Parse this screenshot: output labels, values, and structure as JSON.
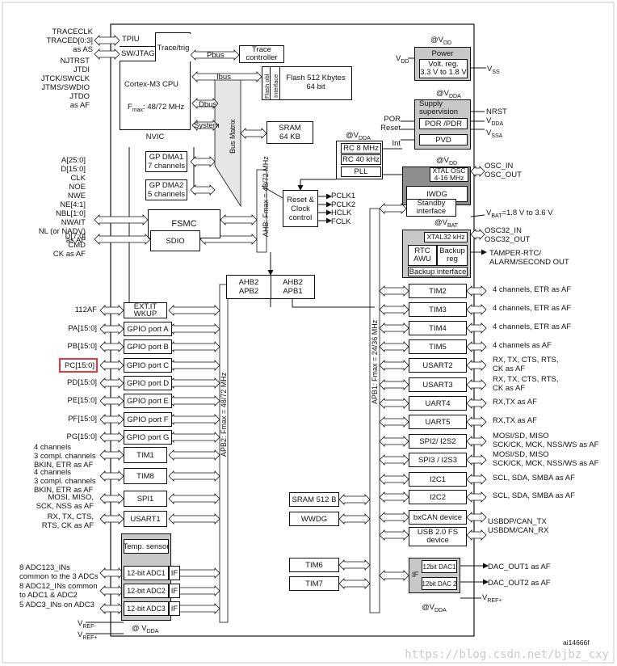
{
  "left_signals": {
    "trace": [
      "TRACECLK",
      "TRACED[0:3]",
      "as AS"
    ],
    "jtag": [
      "NJTRST",
      "JTDI",
      "JTCK/SWCLK",
      "JTMS/SWDIO",
      "JTDO",
      "as AF"
    ],
    "fsmc": [
      "A[25:0]",
      "D[15:0]",
      "CLK",
      "NOE",
      "NWE",
      "NE[4:1]",
      "NBL[1:0]",
      "NWAIT",
      "NL (or NADV)",
      "as AF"
    ],
    "sdio": [
      "D[7:0]",
      "CMD",
      "CK as AF"
    ],
    "exti": "112AF",
    "gpio": [
      "PA[15:0]",
      "PB[15:0]",
      "PC[15:0]",
      "PD[15:0]",
      "PE[15:0]",
      "PF[15:0]",
      "PG[15:0]"
    ],
    "tim1": [
      "4 channels",
      "3 compl. channels",
      "BKIN, ETR as AF"
    ],
    "tim8": [
      "4 channels",
      "3 compl. channels",
      "BKIN, ETR as AF"
    ],
    "spi1": [
      "MOSI, MISO,",
      "SCK, NSS as AF"
    ],
    "usart1": [
      "RX, TX, CTS,",
      "RTS, CK as AF"
    ],
    "adc": [
      "8 ADC123_INs",
      "common to the 3 ADCs",
      "8 ADC12_INs common",
      "to ADC1 & ADC2",
      "5 ADC3_INs on ADC3"
    ],
    "vref_minus": "V",
    "vref_minus_sub": "REF-",
    "vref_plus": "V",
    "vref_plus_sub": "REF+"
  },
  "core": {
    "tpiu": "TPIU",
    "trace_trig": "Trace/trig",
    "swjtag": "SW/JTAG",
    "cpu": "Cortex-M3 CPU",
    "fmax": "F",
    "fmax_sub": "max",
    "fmax_val": ": 48/72 MHz",
    "nvic": "NVIC",
    "pbus": "Pbus",
    "ibus": "Ibus",
    "dbus": "Dbus",
    "system": "System",
    "trace_ctrl": [
      "Trace",
      "controller"
    ],
    "flash_obl": "obl",
    "flash_if": "Interface",
    "flash_if_pre": "Flash",
    "flash": [
      "Flash 512 Kbytes",
      "64 bit"
    ],
    "sram": [
      "SRAM",
      "64 KB"
    ],
    "bus_matrix": "Bus Matrix"
  },
  "dma": {
    "dma1": [
      "GP DMA1",
      "7 channels"
    ],
    "dma2": [
      "GP DMA2",
      "5 channels"
    ]
  },
  "fsmc": "FSMC",
  "sdio": "SDIO",
  "ahb_label": "AHB: Fmax = 48/72 MHz",
  "reset_clock": [
    "Reset &",
    "Clock",
    "control"
  ],
  "clock_outputs": [
    "PCLK1",
    "PCLK2",
    "HCLK",
    "FCLK"
  ],
  "osc": {
    "vdda_top": "@V",
    "vdda_sub": "DDA",
    "rc8": "RC 8 MHz",
    "rc40": "RC 40 kHz",
    "pll": "PLL"
  },
  "power": {
    "vdd_at": "@V",
    "vdd_sub": "DD",
    "title": "Power",
    "vreg": [
      "Volt. reg.",
      "3.3 V to 1.8 V"
    ],
    "vdd_left": "V",
    "vdd_left_sub": "DD",
    "vss": "V",
    "vss_sub": "SS"
  },
  "supply": {
    "vdda_at": "@V",
    "vdda_sub": "DDA",
    "title": [
      "Supply",
      "supervision"
    ],
    "por": "POR /PDR",
    "pvd": "PVD",
    "left": [
      "POR",
      "Reset",
      "Int"
    ],
    "right_nrst": "NRST",
    "right_vdda": "V",
    "right_vdda_sub": "DDA",
    "right_vssa": "V",
    "right_vssa_sub": "SSA"
  },
  "xtal": {
    "vdd_at": "@V",
    "vdd_sub": "DD",
    "osc": [
      "XTAL OSC",
      "4-16 MHz"
    ],
    "iwdg": "IWDG",
    "standby": [
      "Standby",
      "interface"
    ],
    "osc_pins": [
      "OSC_IN",
      "OSC_OUT"
    ],
    "vbat_at": "@V",
    "vbat_sub": "BAT",
    "vbat_range_pre": "V",
    "vbat_range_sub": "BAT",
    "vbat_range": "=1.8 V to 3.6 V"
  },
  "rtc": {
    "xtal32": "XTAL32 kHz",
    "rtc": [
      "RTC",
      "AWU"
    ],
    "backup": [
      "Backup",
      "reg"
    ],
    "backup_if": "Backup interface",
    "osc32_pins": [
      "OSC32_IN",
      "OSC32_OUT"
    ],
    "tamper": [
      "TAMPER-RTC/",
      "ALARM/SECOND OUT"
    ]
  },
  "apb2": {
    "bridge_top": [
      "AHB2",
      "APB2"
    ],
    "label": "APB2: Fmax = 48/72 MHz",
    "exti": [
      "EXT.IT",
      "WKUP"
    ],
    "gpio": [
      "GPIO port A",
      "GPIO port B",
      "GPIO port C",
      "GPIO port D",
      "GPIO port E",
      "GPIO port F",
      "GPIO port G"
    ],
    "tim1": "TIM1",
    "tim8": "TIM8",
    "spi1": "SPI1",
    "usart1": "USART1",
    "temp": "Temp. sensor",
    "adc": [
      "12-bit ADC1",
      "12-bit ADC2",
      "12-bit ADC3"
    ],
    "if": "IF",
    "vdda_at": "@ V",
    "vdda_sub": "DDA"
  },
  "apb1": {
    "bridge": [
      "AHB2",
      "APB1"
    ],
    "label": "APB1: Fmax = 24/36 MHz",
    "periph": [
      "TIM2",
      "TIM3",
      "TIM4",
      "TIM5",
      "USART2",
      "USART3",
      "UART4",
      "UART5",
      "SPI2/ I2S2",
      "SPI3 / I2S3",
      "I2C1",
      "I2C2",
      "bxCAN device",
      "USB 2.0 FS device"
    ],
    "right": [
      [
        "4 channels, ETR as AF"
      ],
      [
        "4 channels, ETR as AF"
      ],
      [
        "4 channels, ETR as AF"
      ],
      [
        "4 channels as AF"
      ],
      [
        "RX, TX, CTS, RTS,",
        "CK as AF"
      ],
      [
        "RX, TX, CTS, RTS,",
        "CK as AF"
      ],
      [
        "RX,TX as AF"
      ],
      [
        "RX,TX as AF"
      ],
      [
        "MOSI/SD, MISO",
        "SCK/CK, MCK, NSS/WS as AF"
      ],
      [
        "MOSI/SD, MISO",
        "SCK/CK, MCK, NSS/WS as AF"
      ],
      [
        "SCL, SDA, SMBA as AF"
      ],
      [
        "SCL, SDA, SMBA as AF"
      ],
      [
        "USBDP/CAN_TX",
        "USBDM/CAN_RX"
      ]
    ],
    "sram512": "SRAM 512 B",
    "wwdg": "WWDG",
    "tim6": "TIM6",
    "tim7": "TIM7",
    "dac_if": "IF",
    "dac": [
      "12bit DAC1",
      "12bit DAC 2"
    ],
    "dac_out": [
      "DAC_OUT1 as AF",
      "DAC_OUT2 as AF"
    ],
    "vref_pre": "V",
    "vref_sub": "REF+",
    "vdda_at": "@V",
    "vdda_sub": "DDA"
  },
  "figure_id": "ai14666f",
  "watermark": "https://blog.csdn.net/bjbz_cxy",
  "colors": {
    "highlight": "#e23a3a",
    "shade": "#c8c8c8",
    "dark": "#555555"
  }
}
